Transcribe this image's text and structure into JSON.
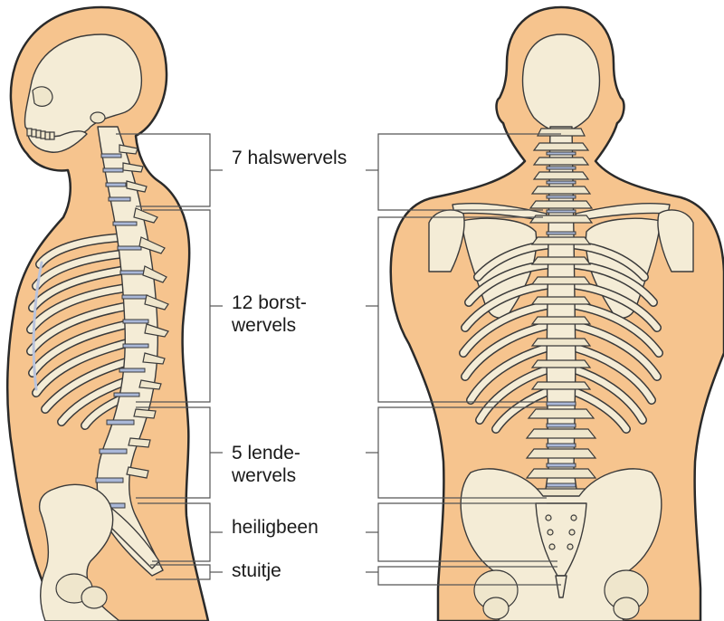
{
  "labels": {
    "cervical": "7 halswervels",
    "thoracic_line1": "12 borst-",
    "thoracic_line2": "wervels",
    "lumbar_line1": "5 lende-",
    "lumbar_line2": "wervels",
    "sacrum": "heiligbeen",
    "coccyx": "stuitje"
  },
  "colors": {
    "skin": "#f6c48e",
    "outline": "#2a2a2a",
    "bone": "#f4ecd6",
    "disc": "#aab8d8",
    "bracket": "#555555"
  }
}
